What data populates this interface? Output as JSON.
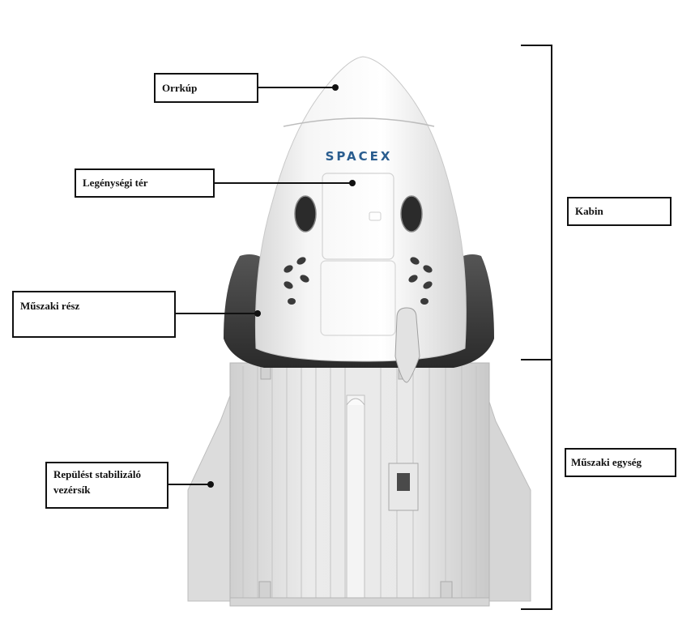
{
  "diagram": {
    "logo_text": "SPACEX",
    "labels": {
      "orrkup": "Orrkúp",
      "legenysegi_ter": "Legénységi tér",
      "muszaki_resz": "Műszaki rész",
      "stabilizalo_line1": "Repülést stabilizáló",
      "stabilizalo_line2": "vezérsík",
      "kabin": "Kabin",
      "muszaki_egyseg": "Műszaki egység"
    },
    "colors": {
      "capsule_white": "#f3f3f3",
      "trunk_gray": "#e3e3e3",
      "dark_trim": "#3a3a3a",
      "logo_blue": "#2a5d8f",
      "line": "#111111"
    }
  }
}
